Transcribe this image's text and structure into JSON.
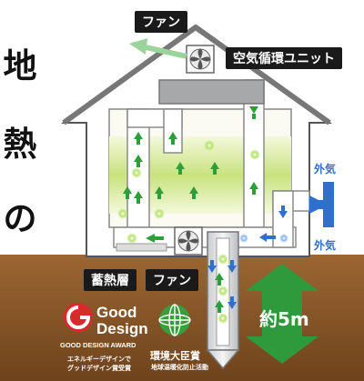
{
  "title_chars": [
    "地",
    "熱",
    "の",
    "家"
  ],
  "labels": {
    "fan_top": "ファン",
    "air_unit": "空気循環ユニット",
    "outside_air_top": "外気",
    "outside_air_bottom": "外気",
    "heat_storage": "蓄熱層",
    "fan_bottom": "ファン",
    "depth": "約5m"
  },
  "awards": {
    "good_design_line1": "Good",
    "good_design_line2": "Design",
    "good_design_award": "GOOD DESIGN AWARD",
    "gd_caption_line1": "エネルギーデザインで",
    "gd_caption_line2": "グッドデザイン賞受賞",
    "env_award_title": "環境大臣賞",
    "env_award_caption": "地球温暖化防止活動"
  },
  "icons": {
    "fan": "fan-icon",
    "arrow": "arrow-icon",
    "globe": "globe-icon"
  },
  "colors": {
    "ground": "#8a5a2b",
    "arrow_green": "#2e9e3a",
    "arrow_blue": "#2f6fce",
    "air_band": "#d8eaa4"
  }
}
